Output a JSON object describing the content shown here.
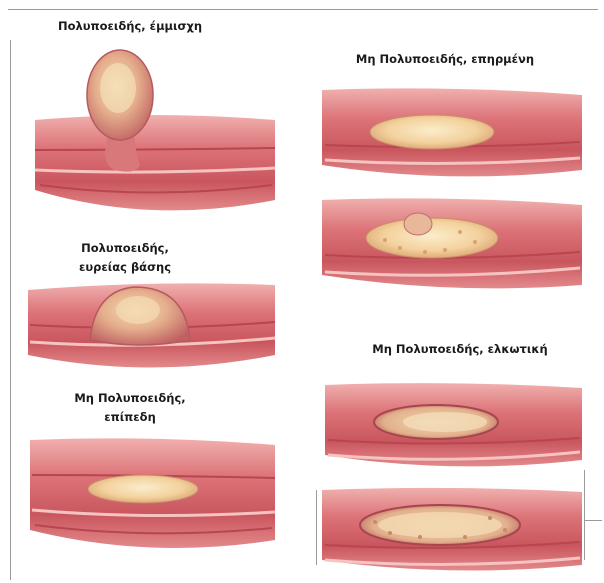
{
  "labels": {
    "pedunculated": "Πολυποειδής, έμμισχη",
    "sessile_line1": "Πολυποειδής,",
    "sessile_line2": "ευρείας βάσης",
    "flat_line1": "Μη Πολυποειδής,",
    "flat_line2": "επίπεδη",
    "elevated": "Μη Πολυποειδής, επηρμένη",
    "ulcerated": "Μη Πολυποειδής, ελκωτική"
  },
  "colors": {
    "tissue_dark": "#c24f57",
    "tissue_mid": "#e07f82",
    "tissue_light": "#f2b4b2",
    "lesion_core": "#f6dcae",
    "lesion_edge": "#d79a6b",
    "polyp_head": "#e6a98e",
    "frame": "#9a9a9a"
  }
}
